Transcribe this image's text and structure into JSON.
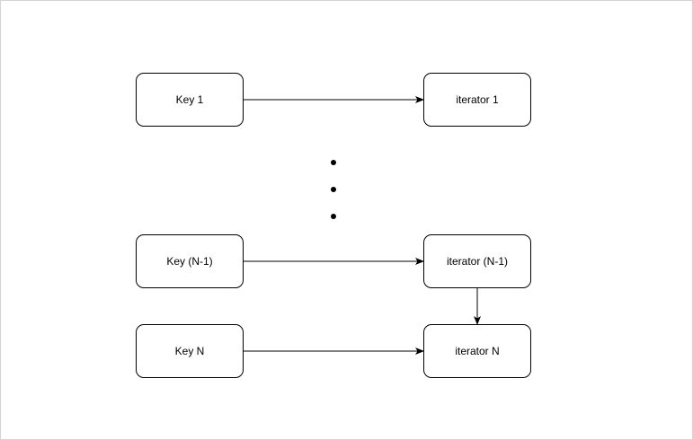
{
  "nodes": {
    "key_1": "Key 1",
    "iterator_1": "iterator 1",
    "key_n_minus_1": "Key (N-1)",
    "iterator_n_minus_1": "iterator (N-1)",
    "key_n": "Key N",
    "iterator_n": "iterator N"
  },
  "edges": [
    {
      "from": "Key 1",
      "to": "iterator 1"
    },
    {
      "from": "Key (N-1)",
      "to": "iterator (N-1)"
    },
    {
      "from": "Key N",
      "to": "iterator N"
    },
    {
      "from": "iterator (N-1)",
      "to": "iterator N"
    }
  ],
  "ellipsis": "vertical-dots",
  "colors": {
    "stroke": "#000000",
    "background": "#ffffff",
    "frame_border": "#d4d4d4"
  }
}
